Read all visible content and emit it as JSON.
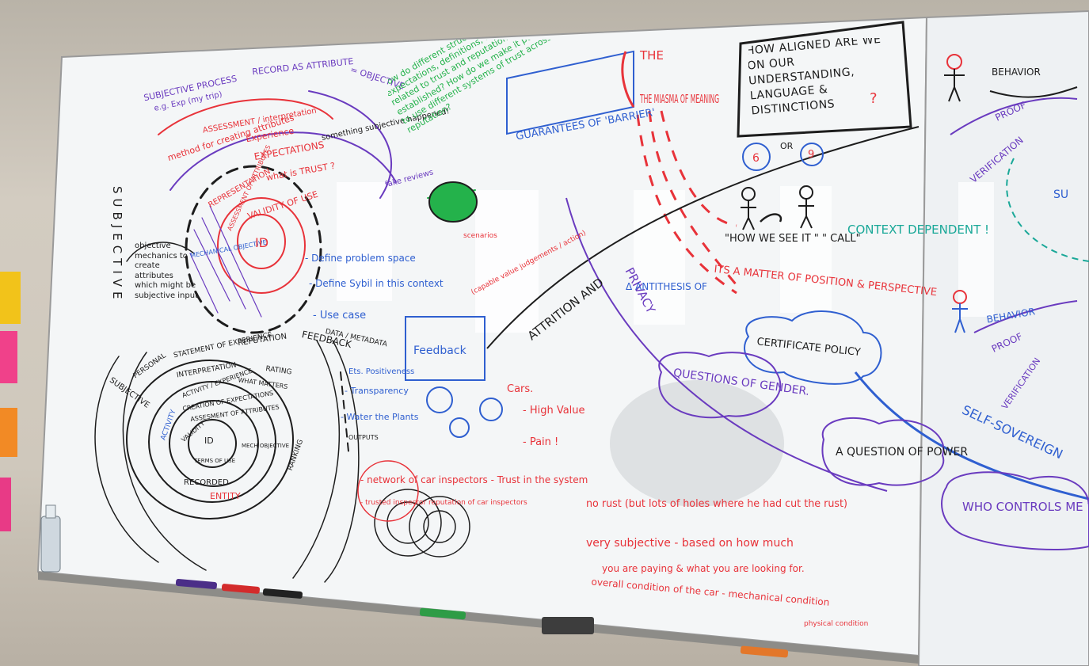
{
  "colors": {
    "red": "#e8333a",
    "purple": "#6a3bbf",
    "blue": "#2f5fd0",
    "green": "#24b24b",
    "teal": "#1aa898",
    "black": "#1d1d1d"
  },
  "left": {
    "top_notes": [
      "SUBJECTIVE PROCESS",
      "e.g. Exp (my trip)",
      "RECORD AS ATTRIBUTE",
      "= OBJECTIVE"
    ],
    "method": "method for creating attributes",
    "assessment": "ASSESSMENT / interpretation",
    "experience": "Experience",
    "expectations": "EXPECTATIONS",
    "something": "something subjective happened!",
    "representation": "REPRESENTATION",
    "what_is_trust": "what is TRUST ?",
    "validity": "VALIDITY OF USE",
    "assessment_of_attributes": "ASSESSMENT OF ATTRIBUTES",
    "mechanical_objective": "MECHANICAL OBJECTIVE",
    "id": "ID",
    "subjective_vertical": "SUBJECTIVE",
    "objective_mechanics": "objective mechanics to create attributes which might be subjective input",
    "fake_reviews": "fake reviews",
    "circles": [
      "STATEMENT OF EXPERIENCE",
      "REPUTATION",
      "FEEDBACK",
      "PERSONAL",
      "INTERPRETATION",
      "RATING",
      "ACTIVITY / EXPERIENCE",
      "WHAT MATTERS",
      "CREATION OF EXPECTATIONS",
      "ASSESMENT OF ATTRIBUTES",
      "VALIDITY",
      "ID",
      "TERMS OF USE",
      "MECH OBJECTIVE",
      "RECORDED",
      "ENTITY",
      "RANKING",
      "ACTIVITY",
      "SUBJECTIVE",
      "DATA / METADATA",
      "OUTPUTS"
    ]
  },
  "green_block": "How do different structures for expectations, definitions, and rules related to trust and reputation be established? How do we make it possible to use different systems of trust across reputation?",
  "middle": {
    "guarantees": "GUARANTEES OF 'BARRIER'",
    "list": [
      "- Define problem space",
      "- Define Sybil in this context",
      "- Use case"
    ],
    "feedback": "Feedback",
    "ets": "Ets. Positiveness",
    "transparency": "- Transparency",
    "water": "- Water the Plants",
    "capable": "(capable value judgements / action)",
    "scenarios": "scenarios",
    "attrition": "ATTRITION AND",
    "privacy": "PRIVACY",
    "antithesis": "Δ ANTITHESIS OF",
    "questions_gender": "QUESTIONS OF GENDER.",
    "cars": "Cars.",
    "high_value": "- High Value",
    "pain": "- Pain !",
    "network": "- network of car inspectors - Trust in the system",
    "inspector": "- trusted inspector reputation of car inspectors",
    "no_rust": "no rust (but lots of holes where he had cut the rust)",
    "very_subjective": "very subjective - based on how much",
    "paying": "you are paying & what you are looking for.",
    "overall": "overall condition of the car - mechanical condition",
    "physical": "physical condition"
  },
  "right": {
    "miasma": "THE MIASMA OF MEANING",
    "how_aligned": "HOW ALIGNED ARE WE ON OUR UNDERSTANDING, LANGUAGE & DISTINCTIONS",
    "q": "?",
    "six": "6",
    "or": "OR",
    "nine": "9",
    "how_we_see": "\"HOW WE SEE IT \" \" CALL\"",
    "matter": "ITS A MATTER OF POSITION & PERSPECTIVE",
    "context": "CONTEXT DEPENDENT !",
    "certificate": "CERTIFICATE POLICY",
    "power": "A QUESTION OF POWER",
    "self_sov": "SELF-SOVEREIGN",
    "who_controls": "WHO CONTROLS ME ?",
    "behavior1": "BEHAVIOR",
    "proof1": "PROOF",
    "verification1": "VERIFICATION",
    "behavior2": "BEHAVIOR",
    "proof2": "PROOF",
    "verification2": "VERIFICATION",
    "su": "SU"
  }
}
